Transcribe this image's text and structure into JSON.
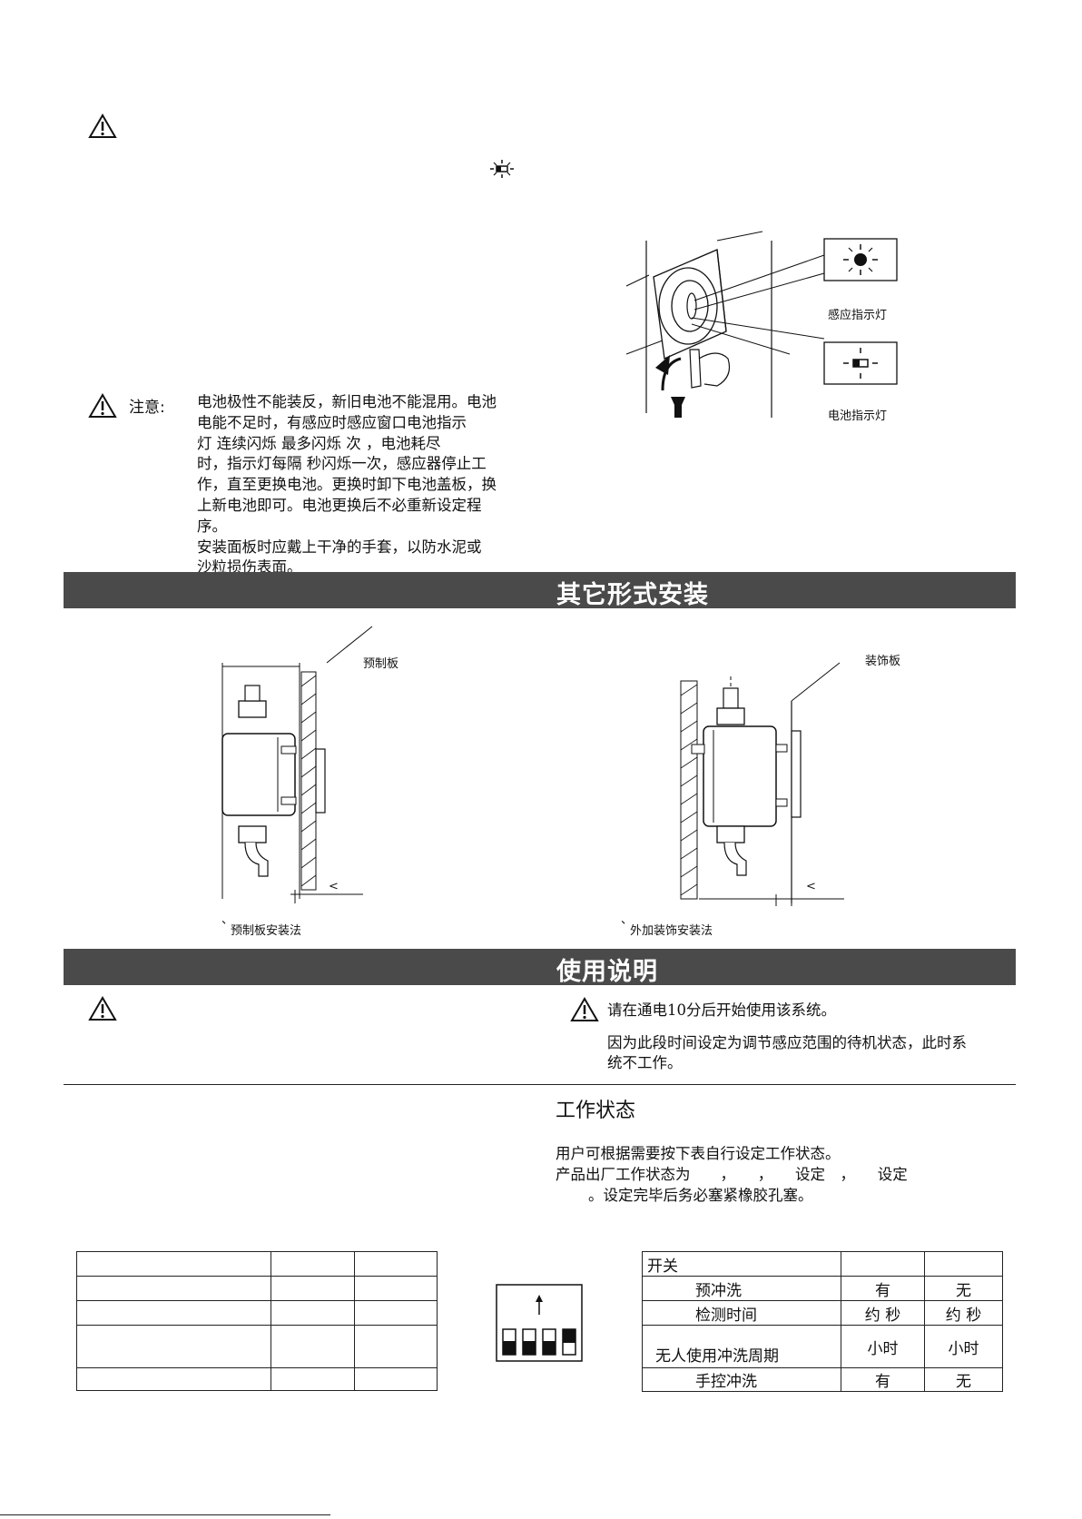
{
  "note": {
    "label": "注意:",
    "lines": [
      "电池极性不能装反，新旧电池不能混用。电池",
      "电能不足时，有感应时感应窗口电池指示",
      "灯 连续闪烁 最多闪烁 次 ，电池耗尽",
      "时，指示灯每隔 秒闪烁一次，感应器停止工",
      "作，直至更换电池。更换时卸下电池盖板，换",
      "上新电池即可。电池更换后不必重新设定程",
      "序。",
      "安装面板时应戴上干净的手套，以防水泥或",
      "沙粒损伤表面。"
    ]
  },
  "figure_top": {
    "sensor_label": "感应指示灯",
    "battery_label": "电池指示灯"
  },
  "section_other": {
    "title": "其它形式安装",
    "left_label": "预制板",
    "left_caption_mark": "、",
    "left_caption": "预制板安装法",
    "left_dim": "<",
    "right_label": "装饰板",
    "right_caption_mark": "、",
    "right_caption": "外加装饰安装法",
    "right_dim": "<"
  },
  "section_usage": {
    "title": "使用说明",
    "warn_line1": "请在通电10分后开始使用该系统。",
    "warn_line2": "因为此段时间设定为调节感应范围的待机状态，此时系",
    "warn_line3": "统不工作。"
  },
  "work_state": {
    "title": "工作状态",
    "line1": "用户可根据需要按下表自行设定工作状态。",
    "line2": "产品出厂工作状态为　　，　　，　　设定　，　　设定",
    "line3": "。设定完毕后务必塞紧橡胶孔塞。"
  },
  "settings_table": {
    "header": "开关",
    "rows": [
      {
        "label": "预冲洗",
        "a": "有",
        "b": "无"
      },
      {
        "label": "检测时间",
        "a": "约 秒",
        "b": "约 秒"
      },
      {
        "label": "无人使用冲洗周期",
        "a": "小时",
        "b": "小时"
      },
      {
        "label": "手控冲洗",
        "a": "有",
        "b": "无"
      }
    ]
  }
}
